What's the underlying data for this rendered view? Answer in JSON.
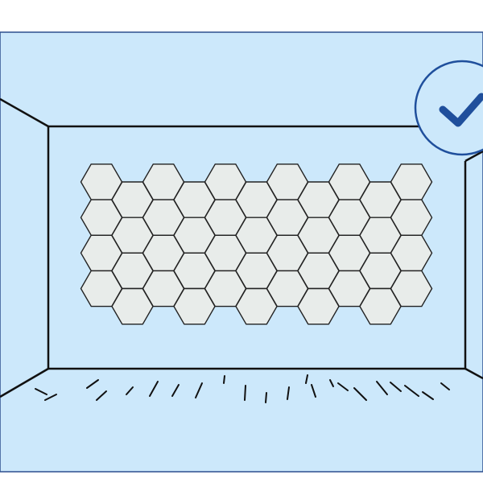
{
  "scene": {
    "colors": {
      "page_background": "#ffffff",
      "room_fill": "#cce8fb",
      "frame_stroke": "#2d4f8e",
      "line_stroke": "#111111",
      "hex_fill": "#e8ecea",
      "hex_stroke": "#222222",
      "check_stroke": "#1f4f9c",
      "badge_fill": "#cce8fb"
    },
    "tile_grid": {
      "columns": 11,
      "odd_column_offset": "down",
      "rows_even_columns": 4,
      "rows_odd_columns": 4
    },
    "badge": {
      "icon": "check-mark-icon",
      "state": "approved"
    },
    "floor": {
      "texture": "hatch-strokes"
    }
  }
}
